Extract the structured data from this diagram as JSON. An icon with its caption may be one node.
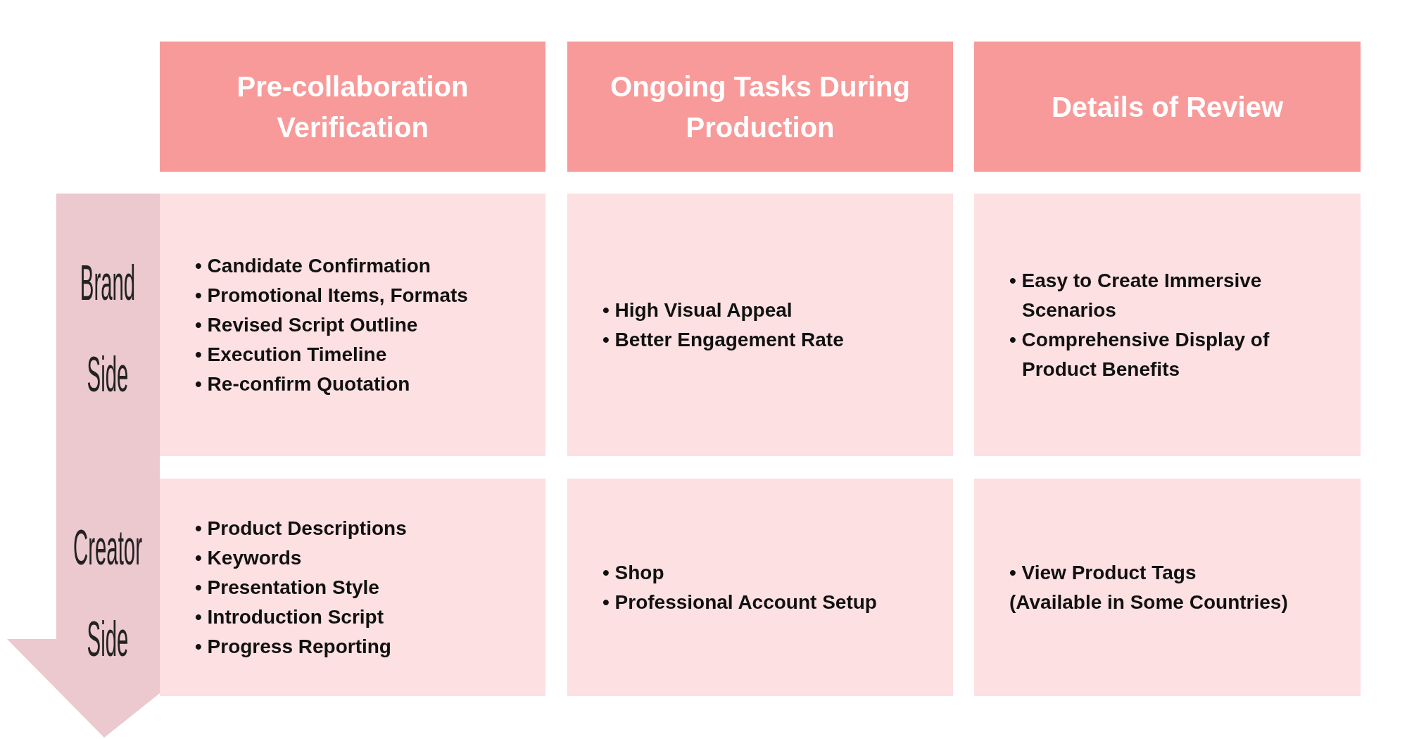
{
  "diagram": {
    "nodes": [
      {
        "text": [
          "Pre-collaboration Verification"
        ]
      },
      {
        "text": [
          "Ongoing Tasks During Production"
        ]
      },
      {
        "text": [
          "Details of Review"
        ]
      },
      {
        "text": [
          "• Candidate Confirmation",
          "• Promotional Items, Formats",
          "• Revised Script Outline",
          "• Execution Timeline",
          "• Re-confirm Quotation"
        ]
      },
      {
        "text": [
          "• High Visual Appeal",
          "• Better Engagement Rate"
        ]
      },
      {
        "text": [
          "• Easy to Create Immersive Scenarios",
          "• Comprehensive Display of Product Benefits"
        ]
      },
      {
        "text": [
          "• Product Descriptions",
          "• Keywords",
          "• Presentation Style",
          "• Introduction Script",
          "• Progress Reporting"
        ]
      },
      {
        "text": [
          "• Shop",
          "• Professional Account Setup"
        ]
      },
      {
        "text": [
          "• View Product Tags",
          "(Available in Some Countries)"
        ]
      }
    ],
    "labels": [
      "Brand Side",
      "Creator Side"
    ]
  }
}
